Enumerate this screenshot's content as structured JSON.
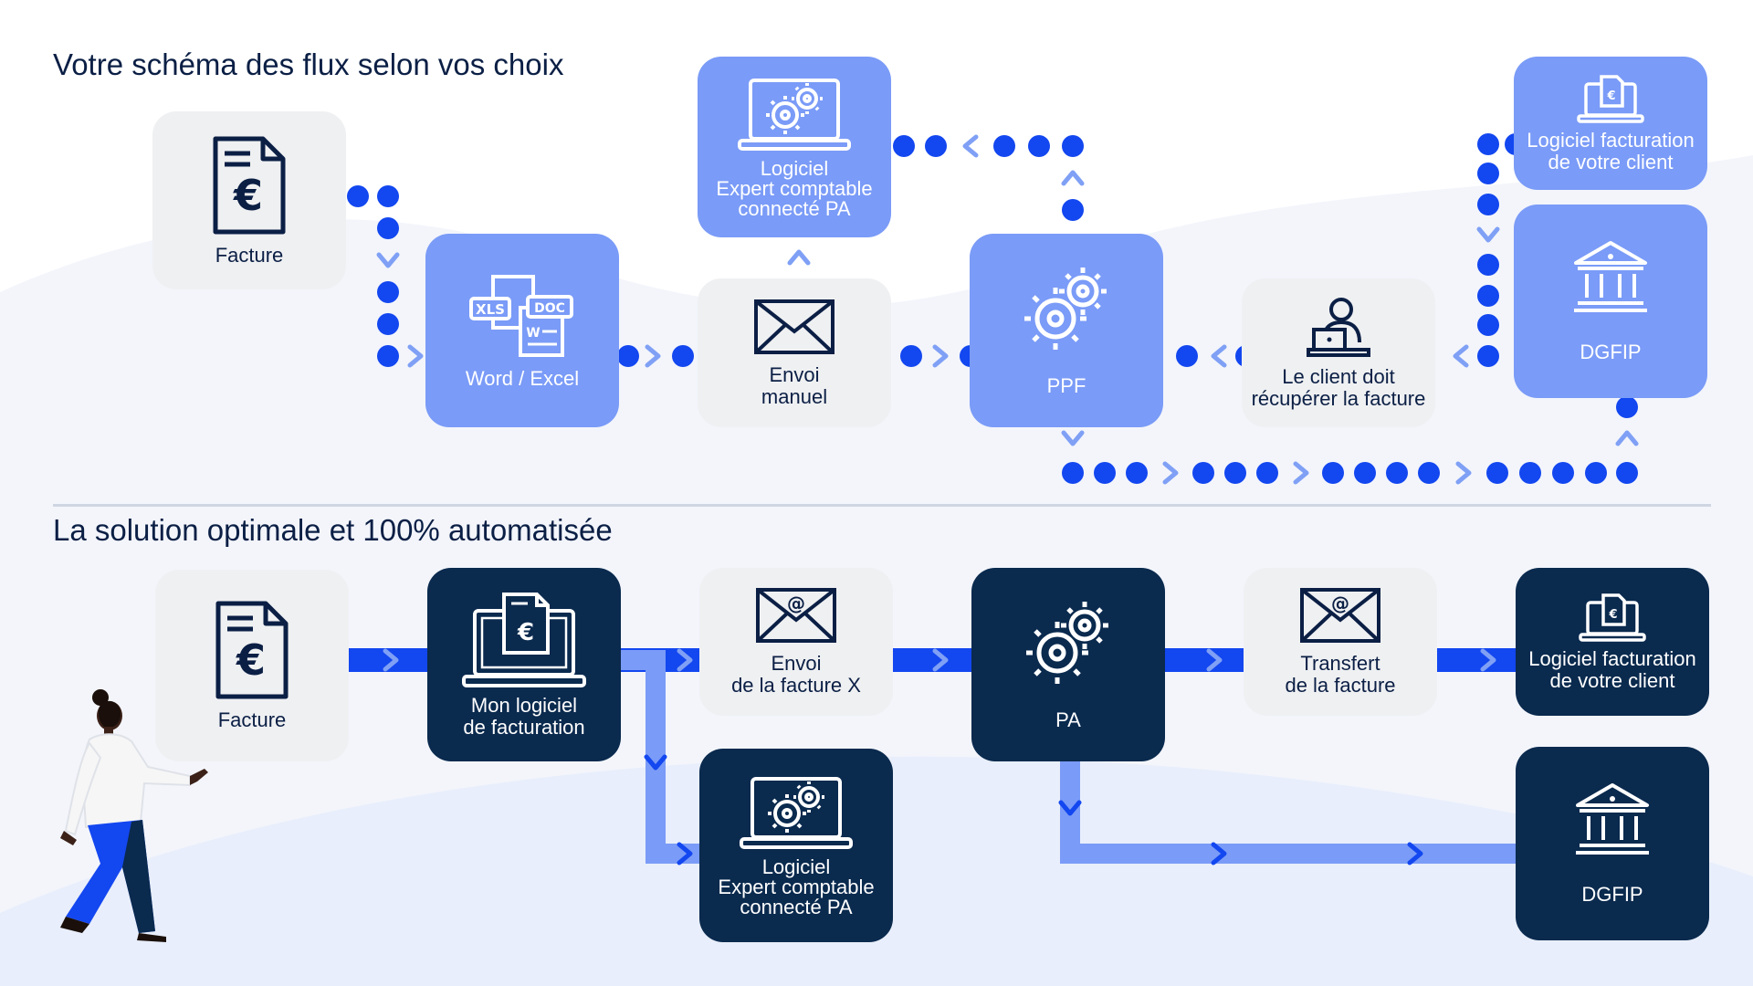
{
  "top_section": {
    "title": "Votre schéma des flux selon vos choix",
    "nodes": {
      "facture": "Facture",
      "word_excel": "Word / Excel",
      "envoi_manuel": "Envoi\nmanuel",
      "expert": "Logiciel\nExpert comptable\nconnecté PA",
      "ppf": "PPF",
      "client_recup": "Le client doit\nrécupérer la facture",
      "logiciel_client": "Logiciel facturation\nde votre client",
      "dgfip": "DGFIP"
    },
    "icon_texts": {
      "xls": "XLS",
      "doc": "DOC",
      "w": "W"
    }
  },
  "bottom_section": {
    "title": "La solution optimale et 100% automatisée",
    "nodes": {
      "facture": "Facture",
      "mon_logiciel": "Mon logiciel\nde facturation",
      "envoi_x": "Envoi\nde la facture X",
      "expert": "Logiciel\nExpert comptable\nconnecté PA",
      "pa": "PA",
      "transfert": "Transfert\nde la facture",
      "logiciel_client": "Logiciel facturation\nde votre client",
      "dgfip": "DGFIP"
    }
  },
  "colors": {
    "dots": "#1347f0",
    "chevrons": "#7fa0f5",
    "light_box": "#7a9bf7",
    "dark_box": "#0a2a4e",
    "grey_box": "#eff0f2",
    "background_shape": "#eef2fb"
  },
  "icons": {
    "invoice": "invoice-euro-icon",
    "files": "xls-doc-files-icon",
    "envelope": "envelope-icon",
    "email": "email-at-envelope-icon",
    "laptop_gears": "laptop-gears-icon",
    "laptop_invoice": "laptop-invoice-icon",
    "gears": "gears-icon",
    "person_laptop": "person-laptop-icon",
    "bank": "bank-building-icon"
  }
}
